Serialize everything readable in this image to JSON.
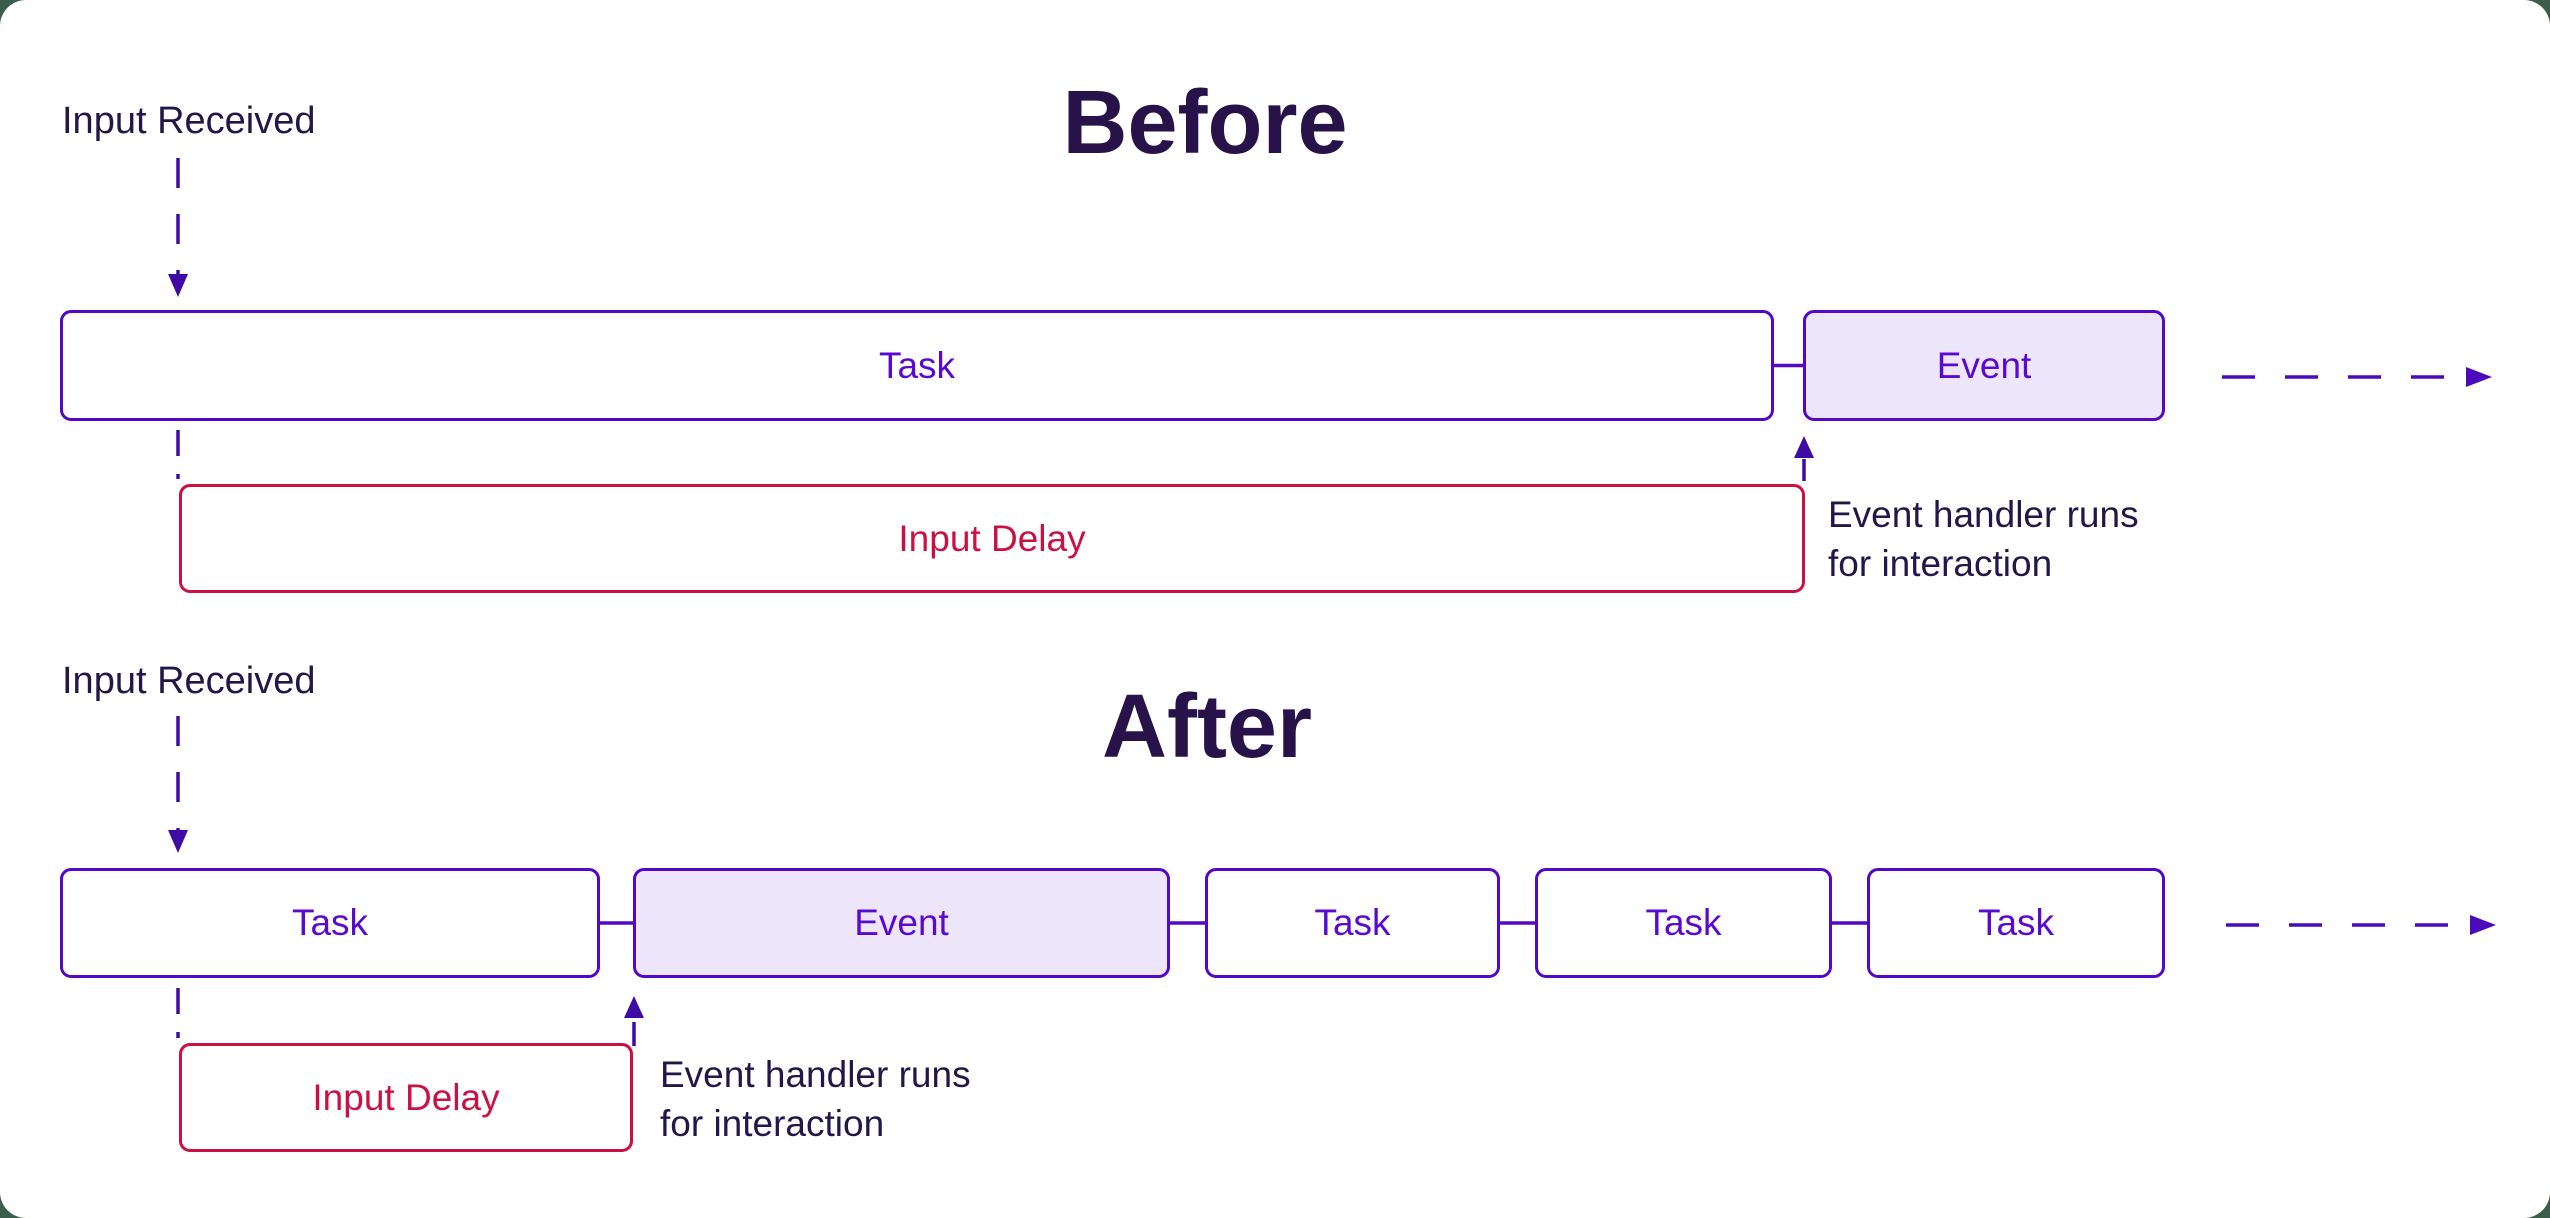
{
  "page": {
    "background_color": "#3c5d4a",
    "surface_color": "#ffffff"
  },
  "colors": {
    "box_border_violet": "#5308c6",
    "box_label_violet": "#5a09cf",
    "event_fill_lavender": "#ede6fb",
    "delay_crimson": "#cb1042",
    "arrow_indigo": "#3e0ba4",
    "dash_arrow_violet": "#4d0abb",
    "text_dark": "#231649",
    "title_dark": "#27124a"
  },
  "before": {
    "title": "Before",
    "input_received_label": "Input Received",
    "task_label": "Task",
    "event_label": "Event",
    "input_delay_label": "Input Delay",
    "annotation_line1": "Event handler runs",
    "annotation_line2": "for interaction"
  },
  "after": {
    "title": "After",
    "input_received_label": "Input Received",
    "task_labels": [
      "Task",
      "Task",
      "Task",
      "Task"
    ],
    "event_label": "Event",
    "input_delay_label": "Input Delay",
    "annotation_line1": "Event handler runs",
    "annotation_line2": "for interaction"
  }
}
